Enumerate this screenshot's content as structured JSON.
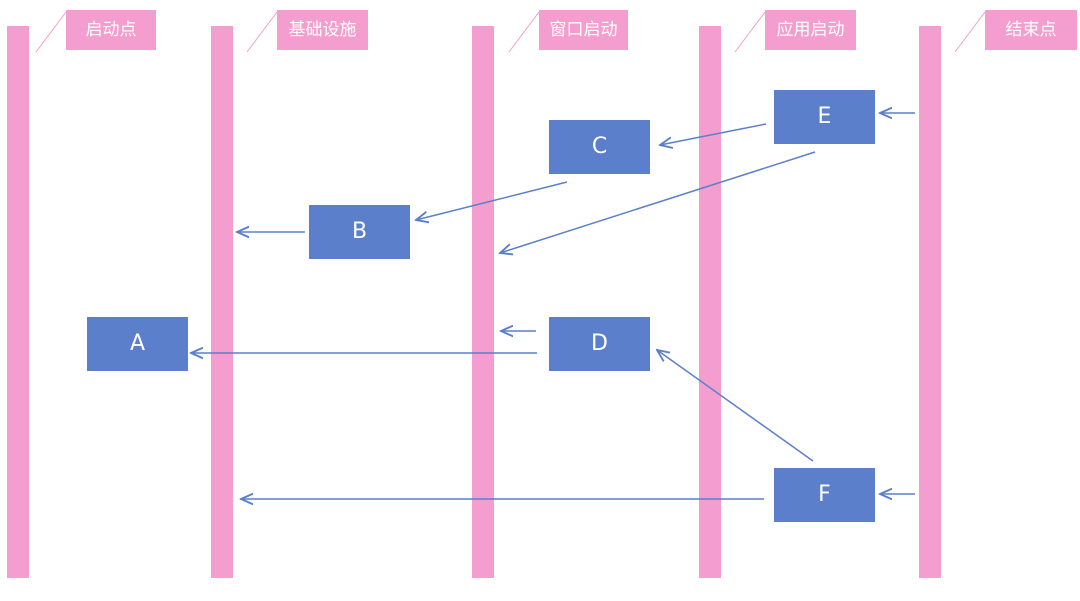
{
  "lanes": [
    {
      "id": "start",
      "label": "启动点"
    },
    {
      "id": "infra",
      "label": "基础设施"
    },
    {
      "id": "window",
      "label": "窗口启动"
    },
    {
      "id": "app",
      "label": "应用启动"
    },
    {
      "id": "end",
      "label": "结束点"
    }
  ],
  "nodes": {
    "A": "A",
    "B": "B",
    "C": "C",
    "D": "D",
    "E": "E",
    "F": "F"
  },
  "colors": {
    "lane": "#f49ecf",
    "node": "#5b7fca",
    "arrow": "#5b7fca",
    "label_text": "#ffffff"
  },
  "arrows": [
    {
      "from": "E",
      "to": "C"
    },
    {
      "from": "E",
      "to": "window-lifeline"
    },
    {
      "from": "C",
      "to": "B"
    },
    {
      "from": "B",
      "to": "infra-lifeline"
    },
    {
      "from": "D",
      "to": "A"
    },
    {
      "from": "D",
      "to": "window-lifeline"
    },
    {
      "from": "F",
      "to": "D"
    },
    {
      "from": "F",
      "to": "infra-lifeline"
    },
    {
      "from": "end-lifeline",
      "to": "E"
    },
    {
      "from": "end-lifeline",
      "to": "F"
    }
  ]
}
